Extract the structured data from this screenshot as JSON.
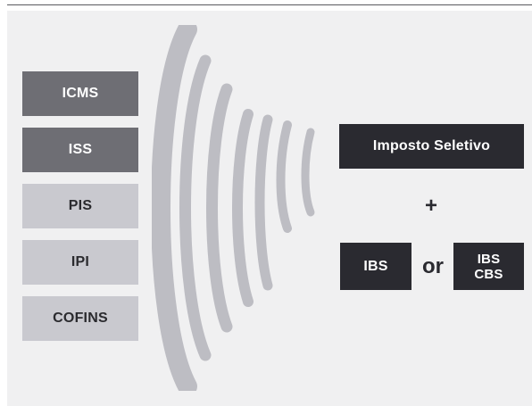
{
  "taxes_replaced": [
    {
      "label": "ICMS",
      "style": "dark"
    },
    {
      "label": "ISS",
      "style": "dark"
    },
    {
      "label": "PIS",
      "style": "light"
    },
    {
      "label": "IPI",
      "style": "light"
    },
    {
      "label": "COFINS",
      "style": "light"
    }
  ],
  "new_taxes": {
    "seletivo": "Imposto Seletivo",
    "plus": "+",
    "option_a": "IBS",
    "or_word": "or",
    "option_b_line1": "IBS",
    "option_b_line2": "CBS"
  },
  "colors": {
    "dark_box": "#6e6e74",
    "light_box": "#c9c9cf",
    "black_box": "#2a2a30",
    "panel": "#f0f0f1",
    "funnel": "#bdbdc3"
  },
  "funnel_icon": "sound-wave-funnel-icon"
}
